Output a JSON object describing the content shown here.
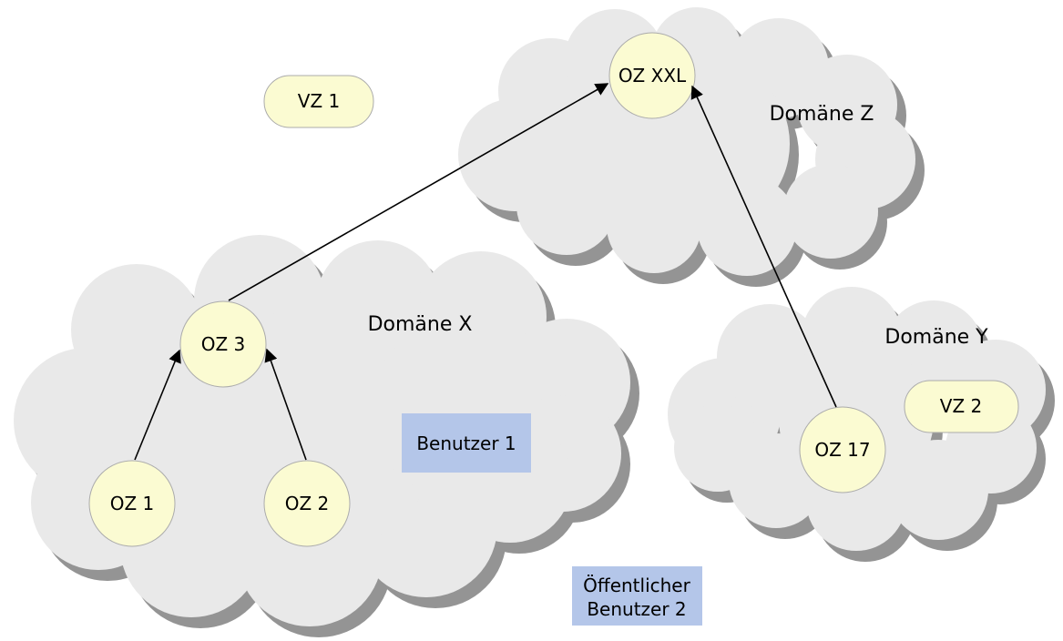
{
  "colors": {
    "background": "#ffffff",
    "cloud_fill": "#e9e9e9",
    "cloud_shadow": "#949494",
    "node_fill": "#fbfbd2",
    "node_stroke": "#ababab",
    "user_box_fill": "#b4c6e9",
    "arrow": "#000000",
    "text": "#000000"
  },
  "domains": {
    "x": {
      "label": "Domäne X"
    },
    "z": {
      "label": "Domäne Z"
    },
    "y": {
      "label": "Domäne Y"
    }
  },
  "nodes": {
    "oz_xxl": {
      "label": "OZ XXL"
    },
    "oz_3": {
      "label": "OZ 3"
    },
    "oz_1": {
      "label": "OZ 1"
    },
    "oz_2": {
      "label": "OZ 2"
    },
    "oz_17": {
      "label": "OZ 17"
    },
    "vz_1": {
      "label": "VZ 1"
    },
    "vz_2": {
      "label": "VZ 2"
    }
  },
  "users": {
    "benutzer_1": {
      "line1": "Benutzer 1"
    },
    "benutzer_2": {
      "line1": "Öffentlicher",
      "line2": "Benutzer 2"
    }
  },
  "edges": [
    {
      "from": "OZ 1",
      "to": "OZ 3"
    },
    {
      "from": "OZ 2",
      "to": "OZ 3"
    },
    {
      "from": "OZ 3",
      "to": "OZ XXL"
    },
    {
      "from": "OZ 17",
      "to": "OZ XXL"
    }
  ]
}
